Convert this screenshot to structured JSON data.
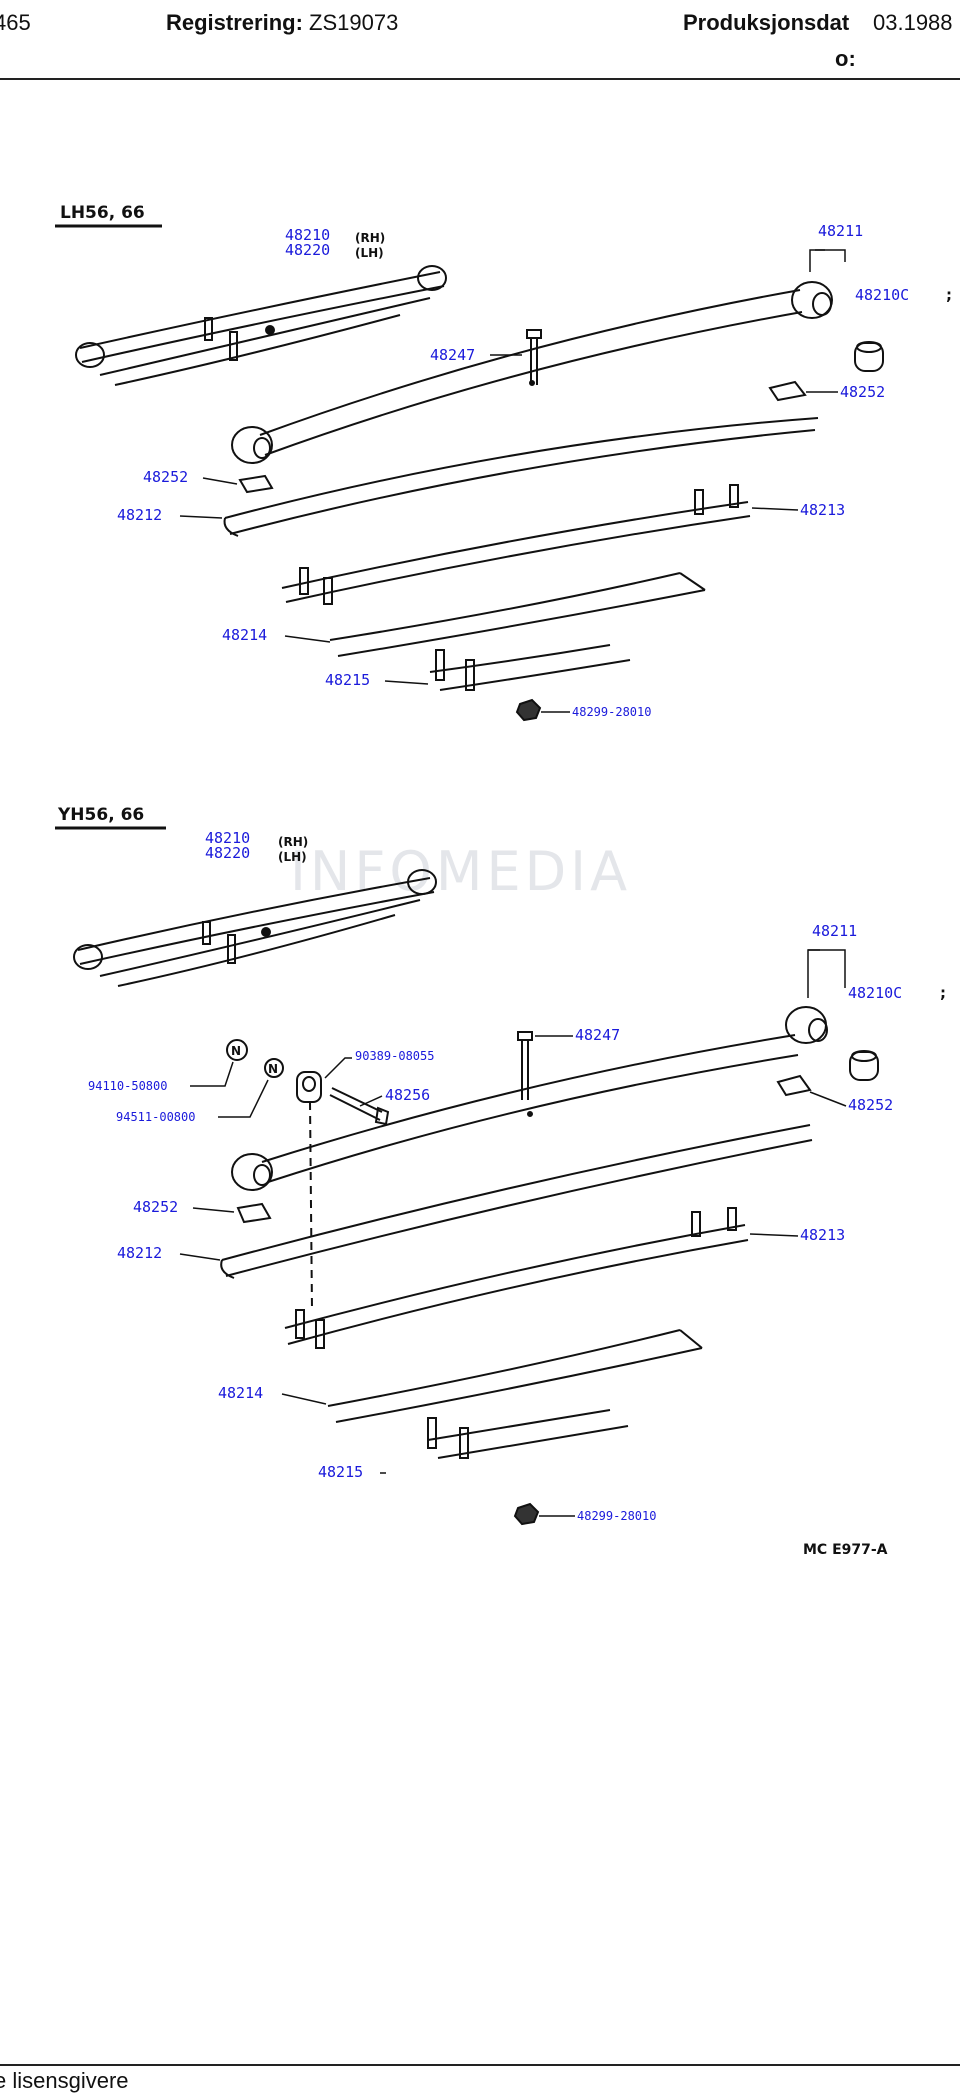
{
  "header": {
    "left_fragment": "465",
    "registration_label": "Registrering:",
    "registration_value": "ZS19073",
    "production_label_1": "Produksjonsdat",
    "production_label_2": "o:",
    "production_value": "03.1988"
  },
  "footer": {
    "text": "e lisensgivere"
  },
  "watermark": "INFOMEDIA",
  "drawing_code": "MC E977-A",
  "sections": [
    {
      "model": "LH56, 66",
      "parts": {
        "assy": "48210",
        "assy2": "48220",
        "rh": "(RH)",
        "lh": "(LH)",
        "p48211": "48211",
        "p48210c": "48210C",
        "semicolon": ";",
        "p48247": "48247",
        "p48252a": "48252",
        "p48252b": "48252",
        "p48212": "48212",
        "p48213": "48213",
        "p48214": "48214",
        "p48215": "48215",
        "nut": "48299-28010"
      }
    },
    {
      "model": "YH56, 66",
      "parts": {
        "assy": "48210",
        "assy2": "48220",
        "rh": "(RH)",
        "lh": "(LH)",
        "p48211": "48211",
        "p48210c": "48210C",
        "semicolon": ";",
        "p48247": "48247",
        "p48252a": "48252",
        "p48252b": "48252",
        "p48212": "48212",
        "p48213": "48213",
        "p48214": "48214",
        "p48215": "48215",
        "nut": "48299-28010",
        "p90389": "90389-08055",
        "p48256": "48256",
        "p94110": "94110-50800",
        "p94511": "94511-00800"
      }
    }
  ]
}
